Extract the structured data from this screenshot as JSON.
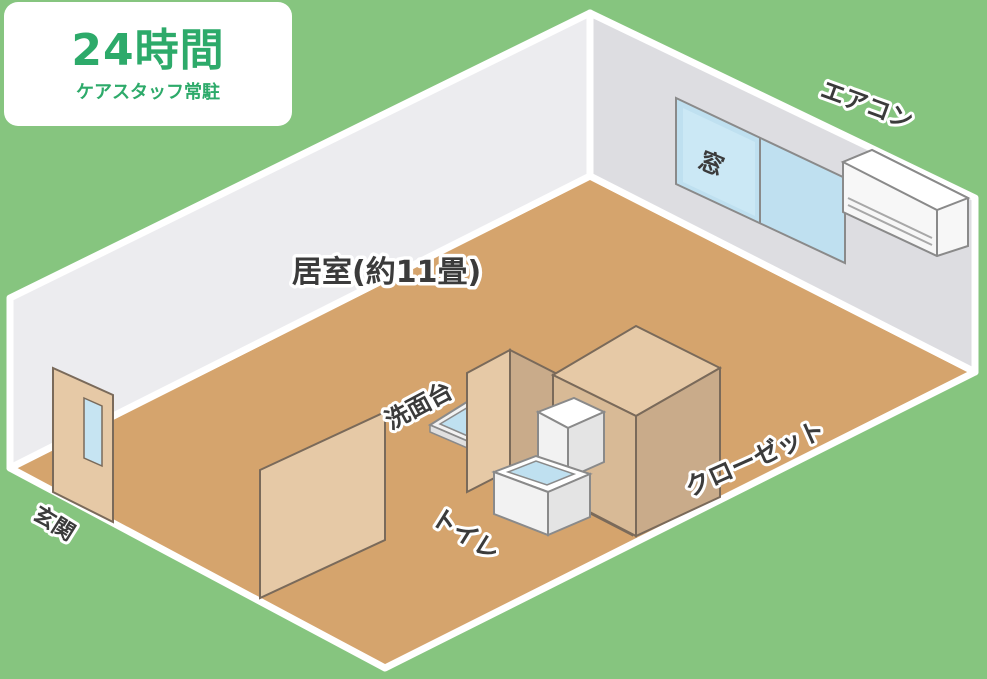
{
  "badge": {
    "title": "24時間",
    "subtitle": "ケアスタッフ常駐"
  },
  "labels": {
    "room": "居室(約11畳)",
    "window": "窓",
    "aircon": "エアコン",
    "washbasin": "洗面台",
    "closet": "クローゼット",
    "toilet": "トイレ",
    "entrance": "玄関"
  },
  "colors": {
    "background": "#86c57f",
    "floor": "#d5a46d",
    "wall": "#e9e9ec",
    "door": "#e6c9a6",
    "glass": "#c6e4f2",
    "accent": "#2daa6a"
  }
}
